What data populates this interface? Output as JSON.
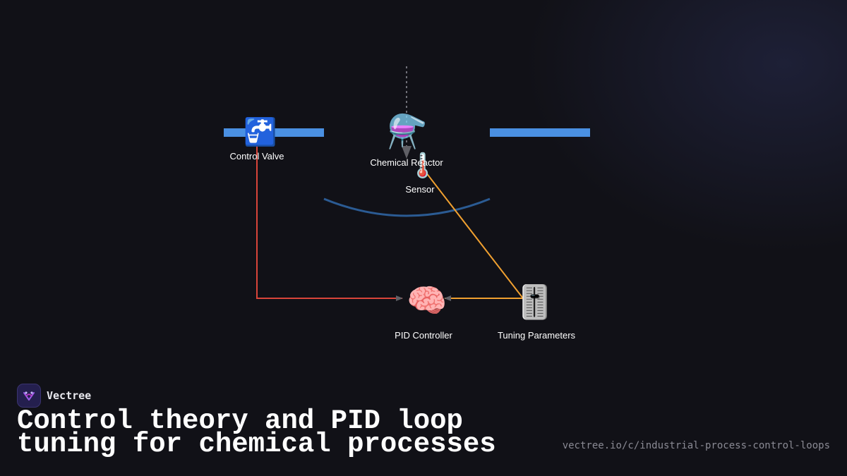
{
  "diagram": {
    "nodes": {
      "control_valve": {
        "label": "Control Valve",
        "icon": "faucet-icon",
        "glyph": "🚰"
      },
      "chemical_reactor": {
        "label": "Chemical Reactor",
        "icon": "flask-icon",
        "glyph": "⚗️"
      },
      "sensor": {
        "label": "Sensor",
        "icon": "thermometer-icon",
        "glyph": "🌡️"
      },
      "pid_controller": {
        "label": "PID Controller",
        "icon": "brain-icon",
        "glyph": "🧠"
      },
      "tuning_parameters": {
        "label": "Tuning Parameters",
        "icon": "control-knobs-icon",
        "glyph": "🎚️"
      }
    },
    "colors": {
      "pipe": "#4a90e2",
      "vessel": "#2b5b93",
      "control_signal": "#d9453a",
      "measurement_signal": "#f0a030",
      "arrow": "#606066"
    }
  },
  "footer": {
    "brand": "Vectree",
    "title": "Control theory and PID loop tuning for chemical processes",
    "url": "vectree.io/c/industrial-process-control-loops"
  }
}
